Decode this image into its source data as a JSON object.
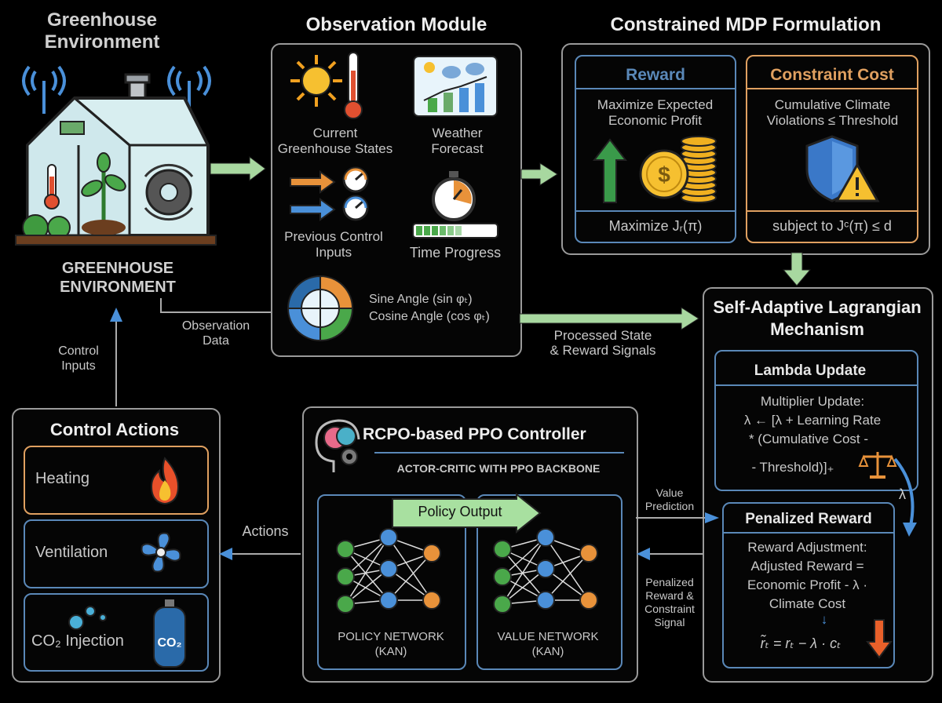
{
  "greenhouse": {
    "title": "Greenhouse Environment",
    "caption_line1": "GREENHOUSE",
    "caption_line2": "ENVIRONMENT"
  },
  "observation": {
    "title": "Observation Module",
    "current_states": "Current Greenhouse States",
    "weather": "Weather Forecast",
    "previous_inputs": "Previous Control Inputs",
    "time_progress": "Time Progress",
    "sine_angle": "Sine Angle (sin φₜ)",
    "cosine_angle": "Cosine Angle (cos φₜ)"
  },
  "mdp": {
    "title": "Constrained MDP Formulation",
    "reward_header": "Reward",
    "reward_text": "Maximize Expected Economic Profit",
    "reward_formula": "Maximize Jᵣ(π)",
    "cost_header": "Constraint Cost",
    "cost_text": "Cumulative Climate Violations ≤ Threshold",
    "cost_formula": "subject to Jᶜ(π) ≤ d"
  },
  "lagrangian": {
    "title": "Self-Adaptive Lagrangian Mechanism",
    "lambda_header": "Lambda Update",
    "lambda_line1": "Multiplier Update:",
    "lambda_line2": "λ ← [λ + Learning Rate",
    "lambda_line3": "* (Cumulative Cost -",
    "lambda_line4": "- Threshold)]₊",
    "lambda_symbol": "λ",
    "penalized_header": "Penalized Reward",
    "pen_line1": "Reward Adjustment:",
    "pen_line2": "Adjusted Reward =",
    "pen_line3": "Economic Profit - λ ·",
    "pen_line4": "Climate Cost",
    "pen_arrow": "↓",
    "pen_formula": "r̃ₜ = rₜ − λ · cₜ"
  },
  "controller": {
    "title": "RCPO-based PPO Controller",
    "subtitle": "ACTOR-CRITIC WITH PPO BACKBONE",
    "policy_output": "Policy Output",
    "policy_net_line1": "POLICY NETWORK",
    "policy_net_line2": "(KAN)",
    "value_net_line1": "VALUE NETWORK",
    "value_net_line2": "(KAN)"
  },
  "actions": {
    "title": "Control Actions",
    "heating": "Heating",
    "ventilation": "Ventilation",
    "co2": "CO₂ Injection",
    "co2_tank": "CO₂"
  },
  "flows": {
    "observation_data_1": "Observation",
    "observation_data_2": "Data",
    "control_inputs_1": "Control",
    "control_inputs_2": "Inputs",
    "processed_1": "Processed State",
    "processed_2": "& Reward Signals",
    "value_pred_1": "Value",
    "value_pred_2": "Prediction",
    "penalized_sig_1": "Penalized",
    "penalized_sig_2": "Reward &",
    "penalized_sig_3": "Constraint",
    "penalized_sig_4": "Signal",
    "actions": "Actions"
  },
  "colors": {
    "green_arrow": "#a8d8a0",
    "blue": "#4a90d9",
    "orange": "#e8923a",
    "reward_border": "#5a88b8",
    "cost_border": "#e0a060"
  }
}
